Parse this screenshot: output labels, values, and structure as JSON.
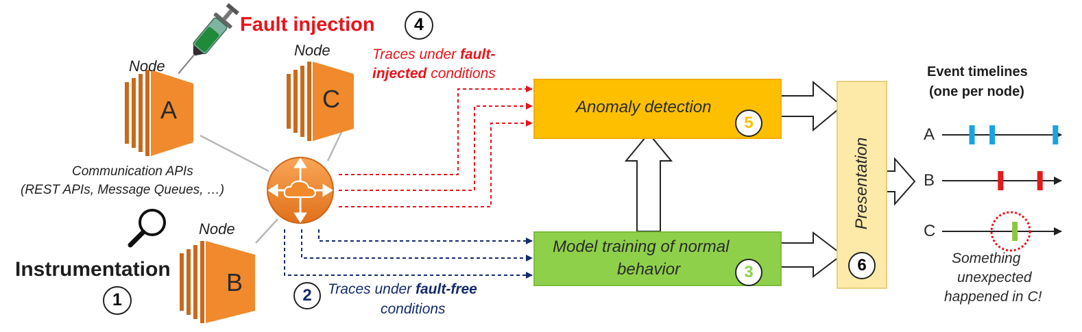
{
  "title": {
    "label": "Fault injection",
    "step": "4"
  },
  "nodes": {
    "a": {
      "heading": "Node",
      "letter": "A"
    },
    "b": {
      "heading": "Node",
      "letter": "B"
    },
    "c": {
      "heading": "Node",
      "letter": "C"
    }
  },
  "comm": {
    "line1": "Communication APIs",
    "line2": "(REST APIs, Message Queues, …)"
  },
  "instrumentation": {
    "label": "Instrumentation",
    "step": "1"
  },
  "traces_faulty": {
    "line1": "Traces under ",
    "line1_bold": "fault-",
    "line2_bold": "injected",
    "line2_rest": " conditions"
  },
  "traces_free": {
    "step": "2",
    "line1": "Traces under ",
    "line1_bold": "fault-free",
    "line2": "conditions"
  },
  "anomaly": {
    "label": "Anomaly detection",
    "step": "5"
  },
  "training": {
    "line1": "Model training of normal",
    "line2": "behavior",
    "step": "3"
  },
  "presentation": {
    "label": "Presentation",
    "step": "6"
  },
  "timelines": {
    "heading1": "Event timelines",
    "heading2": "(one per node)",
    "rows": [
      {
        "label": "A",
        "color": "#1aa3e0",
        "events": [
          0.25,
          0.42,
          0.95
        ]
      },
      {
        "label": "B",
        "color": "#e31a1c",
        "events": [
          0.49,
          0.82
        ]
      },
      {
        "label": "C",
        "color": "#8dc63f",
        "events": [
          0.61
        ]
      }
    ],
    "note1": "Something",
    "note2": "unexpected",
    "note3": "happened in C!"
  },
  "colors": {
    "node_orange": "#f08a2c",
    "node_dark": "#c9691c",
    "anomaly_fill": "#fdbf00",
    "training_fill": "#8ed04a",
    "presentation_fill": "#fdeaa8",
    "fault_red": "#e8141b",
    "navy": "#132a6b"
  }
}
